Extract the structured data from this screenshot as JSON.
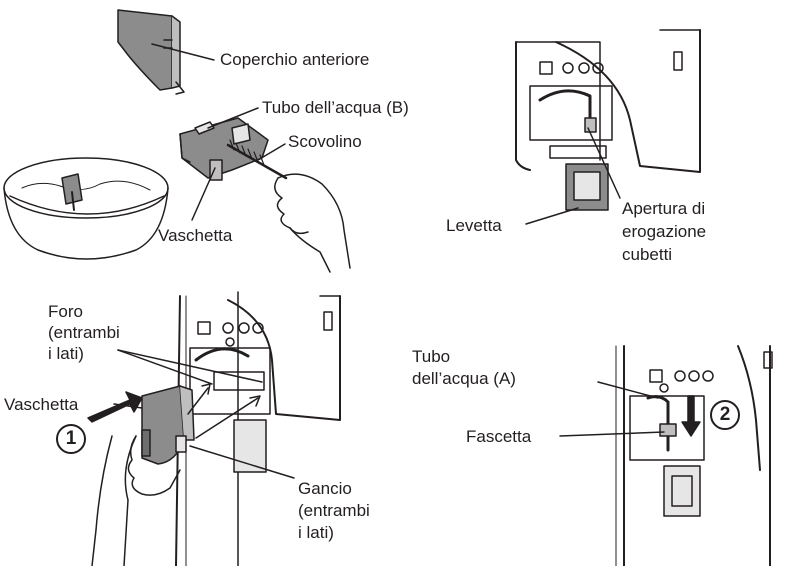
{
  "panel1": {
    "front_cover": "Coperchio anteriore",
    "water_tube_b": "Tubo dell’acqua (B)",
    "brush": "Scovolino",
    "tray": "Vaschetta"
  },
  "panel2": {
    "lever": "Levetta",
    "outlet_line1": "Apertura di",
    "outlet_line2": "erogazione",
    "outlet_line3": "cubetti"
  },
  "panel3": {
    "hole_line1": "Foro",
    "hole_line2": "(entrambi",
    "hole_line3": "i lati)",
    "tray": "Vaschetta",
    "step": "1",
    "hook_line1": "Gancio",
    "hook_line2": "(entrambi",
    "hook_line3": "i lati)"
  },
  "panel4": {
    "tube_line1": "Tubo",
    "tube_line2": "dell’acqua (A)",
    "clamp": "Fascetta",
    "step": "2"
  }
}
